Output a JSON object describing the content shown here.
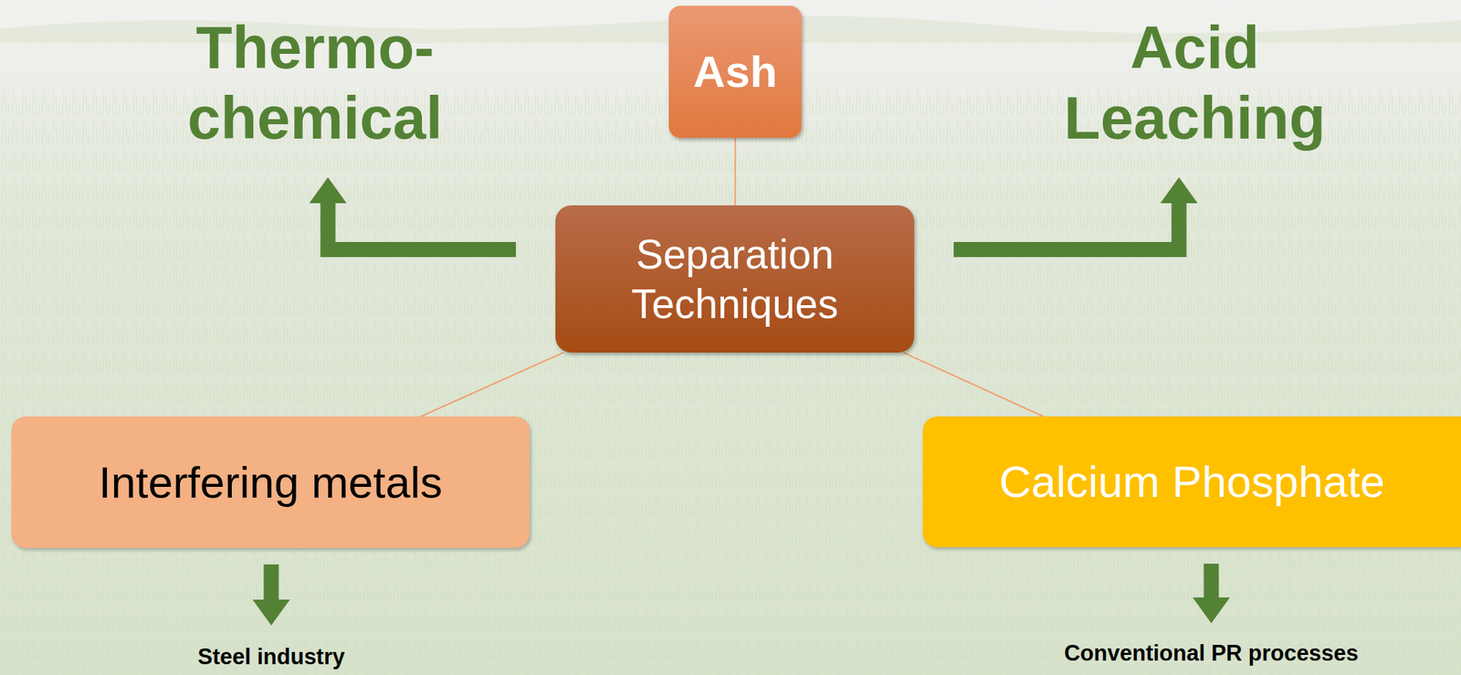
{
  "diagram": {
    "nodes": [
      {
        "text": [
          "Thermo- chemical"
        ]
      },
      {
        "text": [
          "Ash"
        ]
      },
      {
        "text": [
          "Acid Leaching"
        ]
      },
      {
        "text": [
          "Separation Techniques"
        ]
      },
      {
        "text": [
          "Interfering metals"
        ]
      },
      {
        "text": [
          "Calcium Phosphate"
        ]
      },
      {
        "text": [
          "Steel industry"
        ]
      },
      {
        "text": [
          "Conventional PR processes"
        ]
      }
    ],
    "edges": [
      {
        "from": 1,
        "to": 3,
        "arrow": "none"
      },
      {
        "from": 3,
        "to": 0,
        "arrow": "to"
      },
      {
        "from": 3,
        "to": 2,
        "arrow": "to"
      },
      {
        "from": 3,
        "to": 4,
        "arrow": "none"
      },
      {
        "from": 3,
        "to": 5,
        "arrow": "none"
      },
      {
        "from": 4,
        "to": 6,
        "arrow": "to"
      },
      {
        "from": 5,
        "to": 7,
        "arrow": "to"
      }
    ]
  }
}
